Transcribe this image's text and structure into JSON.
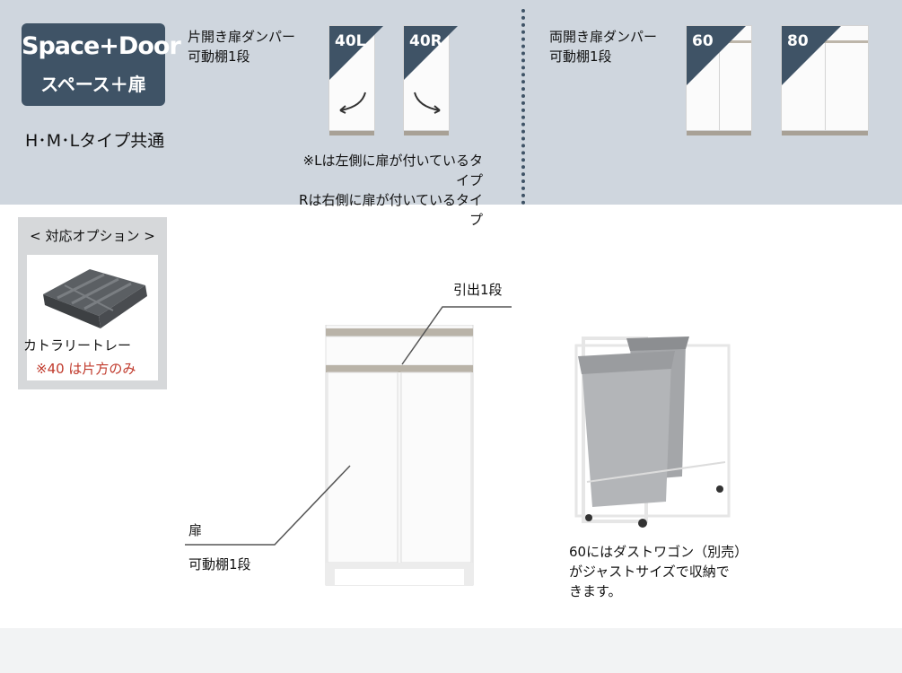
{
  "header": {
    "brand": {
      "title": "Space+Door",
      "subtitle": "スペース＋扉"
    },
    "type_note": "H･M･Lタイプ共通",
    "single_door": {
      "line1": "片開き扉ダンパー",
      "line2": "可動棚1段"
    },
    "double_door": {
      "line1": "両開き扉ダンパー",
      "line2": "可動棚1段"
    },
    "variants": [
      {
        "label": "40L"
      },
      {
        "label": "40R"
      },
      {
        "label": "60"
      },
      {
        "label": "80"
      }
    ],
    "note": {
      "line1": "※Lは左側に扉が付いているタイプ",
      "line2": "Rは右側に扉が付いているタイプ"
    }
  },
  "option": {
    "title": "< 対応オプション >",
    "item_label": "カトラリートレー",
    "item_note": "※40 は片方のみ",
    "note_color": "#c0392b"
  },
  "main": {
    "drawer_label": "引出1段",
    "door_label": "扉",
    "shelf_label": "可動棚1段",
    "wagon_note": {
      "line1": "60にはダストワゴン（別売）",
      "line2": "がジャストサイズで収納で",
      "line3": "きます。"
    }
  },
  "colors": {
    "header_bg": "#cfd6de",
    "badge_bg": "#3f5366",
    "accent": "#3f5366"
  }
}
